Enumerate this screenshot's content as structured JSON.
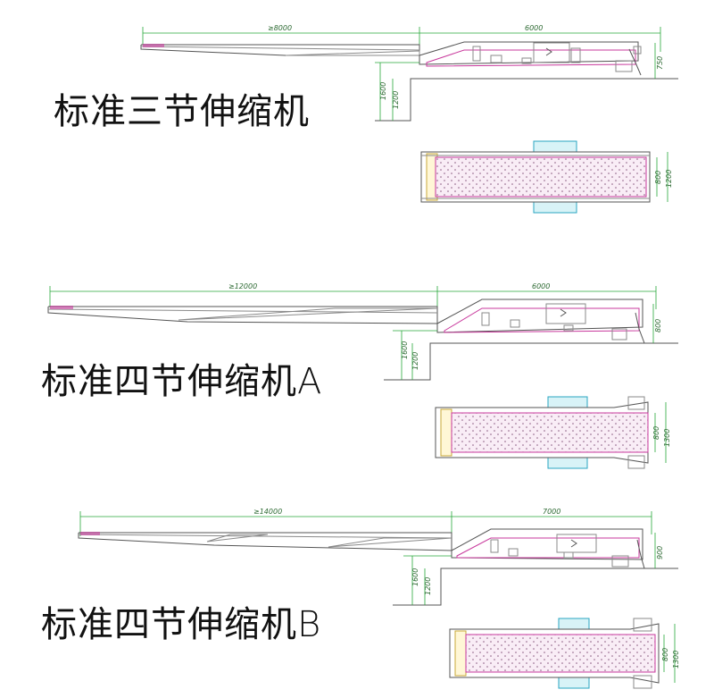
{
  "sections": [
    {
      "title": "标准三节伸缩机",
      "dim_extend": "≥8000",
      "dim_body": "6000",
      "dim_height_right": "750",
      "dim_h1": "1600",
      "dim_h2": "1200",
      "plan_dim_inner": "800",
      "plan_dim_outer": "1200"
    },
    {
      "title": "标准四节伸缩机A",
      "dim_extend": "≥12000",
      "dim_body": "6000",
      "dim_height_right": "800",
      "dim_h1": "1600",
      "dim_h2": "1200",
      "plan_dim_inner": "800",
      "plan_dim_outer": "1300"
    },
    {
      "title": "标准四节伸缩机B",
      "dim_extend": "≥14000",
      "dim_body": "7000",
      "dim_height_right": "900",
      "dim_h1": "1600",
      "dim_h2": "1200",
      "plan_dim_inner": "800",
      "plan_dim_outer": "1300"
    }
  ]
}
